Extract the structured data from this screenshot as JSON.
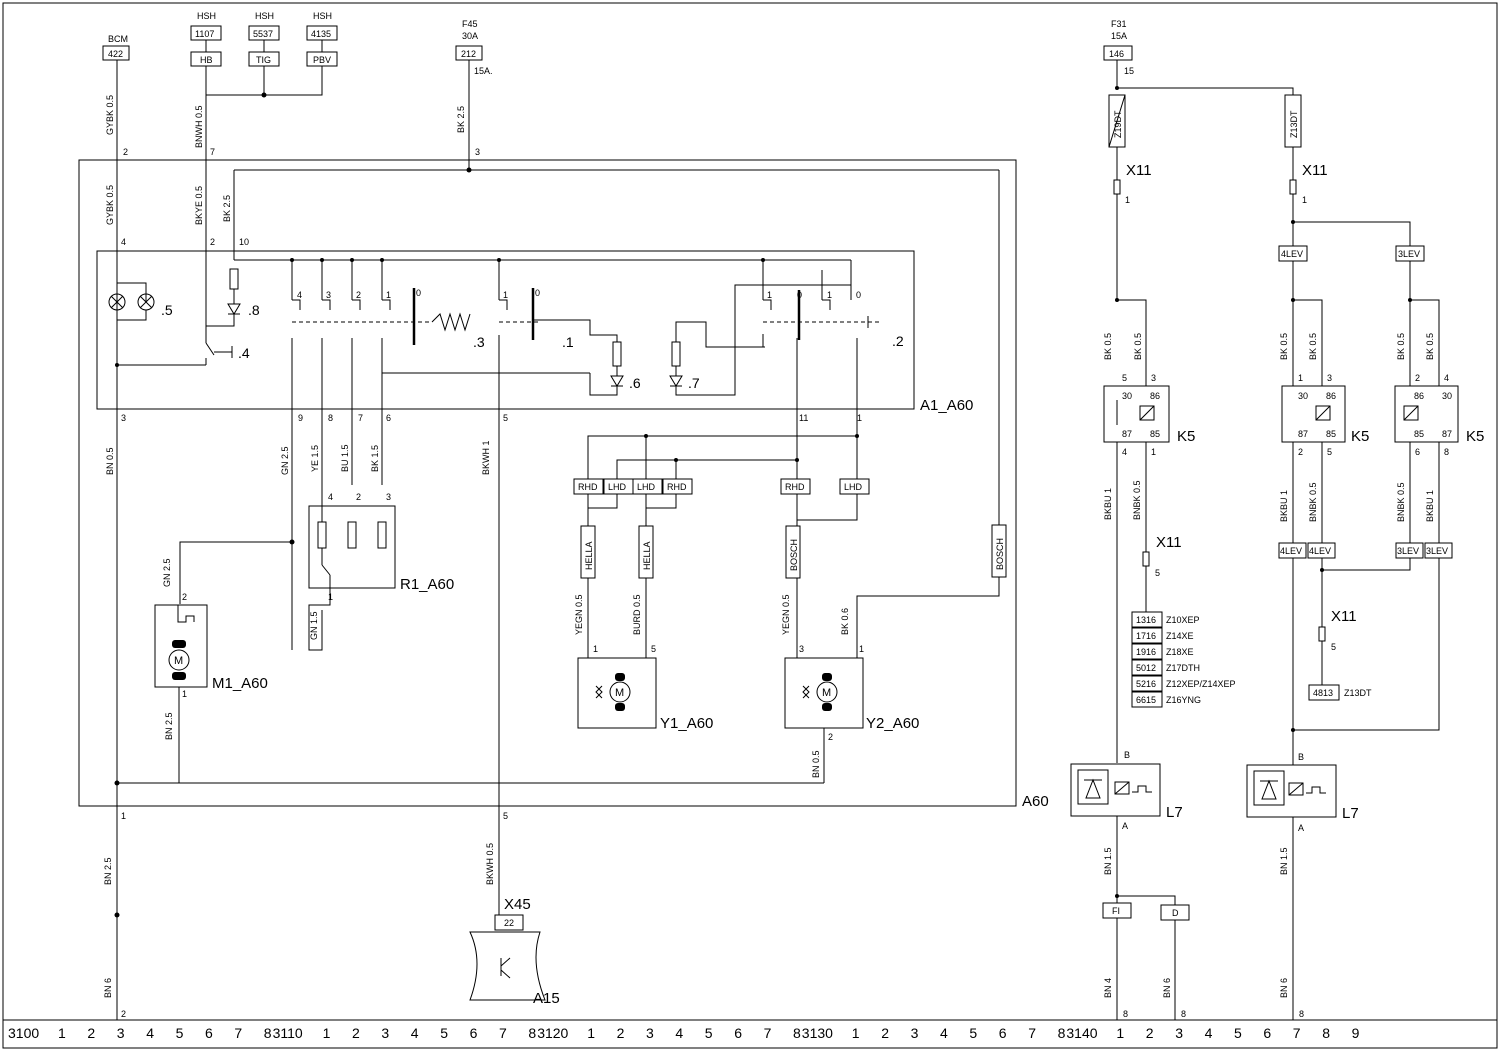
{
  "sources": {
    "bcm": {
      "name": "BCM",
      "pin": "422"
    },
    "hsh": [
      {
        "name": "HSH",
        "pin": "1107",
        "signal": "HB"
      },
      {
        "name": "HSH",
        "pin": "5537",
        "signal": "TIG"
      },
      {
        "name": "HSH",
        "pin": "4135",
        "signal": "PBV"
      }
    ],
    "f45": {
      "name": "F45",
      "rating": "30A",
      "pin": "212",
      "note": "15A."
    },
    "f31": {
      "name": "F31",
      "rating": "15A",
      "pin": "146",
      "term": "15"
    }
  },
  "wires": {
    "gybk": "GYBK 0.5",
    "bnwh": "BNWH 0.5",
    "bkye": "BKYE 0.5",
    "bk25": "BK 2.5",
    "bn05": "BN 0.5",
    "gn25": "GN 2.5",
    "ye15": "YE 1.5",
    "bu15": "BU 1.5",
    "bk15": "BK 1.5",
    "gn15": "GN 1.5",
    "bkwh1": "BKWH 1",
    "bkwh05": "BKWH 0.5",
    "bn25": "BN 2.5",
    "bn6": "BN 6",
    "yegn": "YEGN 0.5",
    "burd": "BURD 0.5",
    "bk06": "BK 0.6",
    "bk05": "BK 0.5",
    "bkbu1": "BKBU 1",
    "bnbk": "BNBK 0.5",
    "bn15": "BN 1.5",
    "bn4": "BN 4"
  },
  "components": {
    "a60": "A60",
    "a1": "A1_A60",
    "r1": "R1_A60",
    "m1": "M1_A60",
    "y1": "Y1_A60",
    "y2": "Y2_A60",
    "x45": "X45",
    "x45pin": "22",
    "a15": "A15",
    "k5": "K5",
    "l7": "L7",
    "x11": "X11",
    "motor": "M",
    "sub": [
      ".5",
      ".8",
      ".4",
      ".3",
      ".1",
      ".6",
      ".7",
      ".2"
    ]
  },
  "labels": {
    "rhd": "RHD",
    "lhd": "LHD",
    "hella": "HELLA",
    "bosch": "BOSCH",
    "z13dt_fuse": "Z13DT",
    "z19dt": "Z19DT",
    "lev4": "4LEV",
    "lev3": "3LEV",
    "fi": "FI",
    "d": "D",
    "b": "B",
    "a": "A"
  },
  "engine_codes": [
    {
      "code": "1316",
      "engine": "Z10XEP"
    },
    {
      "code": "1716",
      "engine": "Z14XE"
    },
    {
      "code": "1916",
      "engine": "Z18XE"
    },
    {
      "code": "5012",
      "engine": "Z17DTH"
    },
    {
      "code": "5216",
      "engine": "Z12XEP/Z14XEP"
    },
    {
      "code": "6615",
      "engine": "Z16YNG"
    }
  ],
  "z13dt_code": {
    "code": "4813",
    "engine": "Z13DT"
  },
  "grid": {
    "sections": [
      "3100",
      "3110",
      "3120",
      "3130",
      "3140"
    ],
    "digits": [
      "1",
      "2",
      "3",
      "4",
      "5",
      "6",
      "7",
      "8",
      "9"
    ]
  }
}
